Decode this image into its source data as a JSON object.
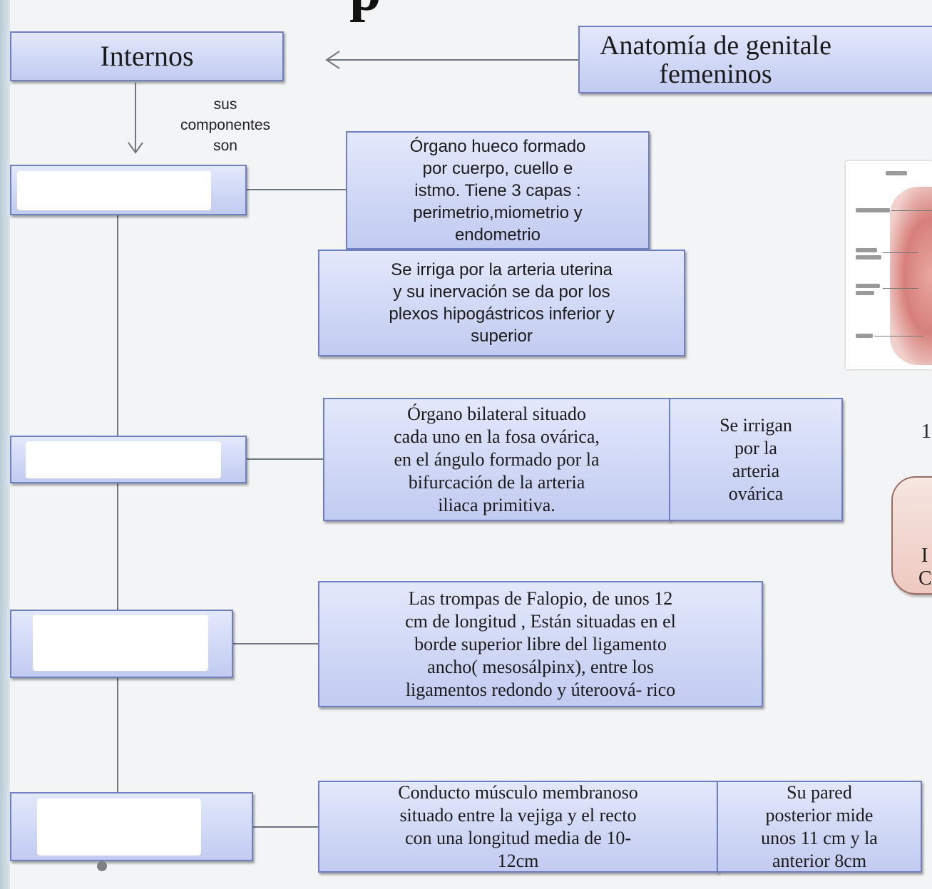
{
  "header": {
    "title_fragment": "p",
    "main_title": "Anatomía de genitales femeninos",
    "main_title_line1": "Anatomía de genitale",
    "main_title_line2": "femeninos"
  },
  "root": {
    "label": "Internos",
    "connector_label": "sus componentes son",
    "connector_lines": [
      "sus",
      "componentes",
      "son"
    ]
  },
  "components": [
    {
      "name": "",
      "description": "Órgano hueco formado por cuerpo, cuello e istmo. Tiene 3 capas : perimetrio,miometrio y endometrio",
      "description_lines": [
        "Órgano hueco formado",
        "por cuerpo, cuello e",
        "istmo. Tiene 3 capas :",
        "perimetrio,miometrio y",
        "endometrio"
      ],
      "extra": "Se irriga por la arteria uterina y su inervación se da por los plexos hipogástricos inferior y superior",
      "extra_lines": [
        "Se irriga por la arteria uterina",
        "y su inervación se da por los",
        "plexos hipogástricos inferior y",
        "superior"
      ]
    },
    {
      "name": "",
      "description": "Órgano bilateral situado cada uno en la fosa ovárica, en el ángulo formado por la bifurcación de la arteria iliaca primitiva.",
      "description_lines": [
        "Órgano bilateral situado",
        "cada uno en la fosa ovárica,",
        "en el ángulo formado por la",
        "bifurcación de la arteria",
        "iliaca primitiva."
      ],
      "extra": "Se irrigan por la arteria ovárica",
      "extra_lines": [
        "Se irrigan",
        "por la",
        "arteria",
        "ovárica"
      ]
    },
    {
      "name": "",
      "description": "Las trompas de Falopio, de unos 12 cm de longitud , Están situadas en el borde superior libre del ligamento ancho( mesosálpinx), entre los ligamentos redondo y úteroová- rico",
      "description_lines": [
        "Las trompas de Falopio, de unos 12",
        "cm de longitud , Están situadas en el",
        "borde superior libre del ligamento",
        "ancho( mesosálpinx), entre los",
        "ligamentos redondo y úteroová- rico"
      ]
    },
    {
      "name": "",
      "description": "Conducto músculo membranoso situado entre la vejiga y el recto con una longitud media de 10-12cm",
      "description_lines": [
        "Conducto músculo membranoso",
        "situado entre la vejiga y el recto",
        "con una longitud media de 10-",
        "12cm"
      ],
      "extra": "Su pared posterior mide unos 11 cm y la anterior 8cm",
      "extra_lines": [
        "Su pared",
        "posterior mide",
        "unos 11 cm y la",
        "anterior 8cm"
      ]
    }
  ],
  "edge_fragments": [
    "1",
    "I",
    "C"
  ],
  "colors": {
    "box_fill_top": "#e3e8fb",
    "box_fill_bottom": "#c2cbf1",
    "box_border": "#6f7fbf",
    "connector": "#707680",
    "side_bar": "#b9cbd6"
  }
}
